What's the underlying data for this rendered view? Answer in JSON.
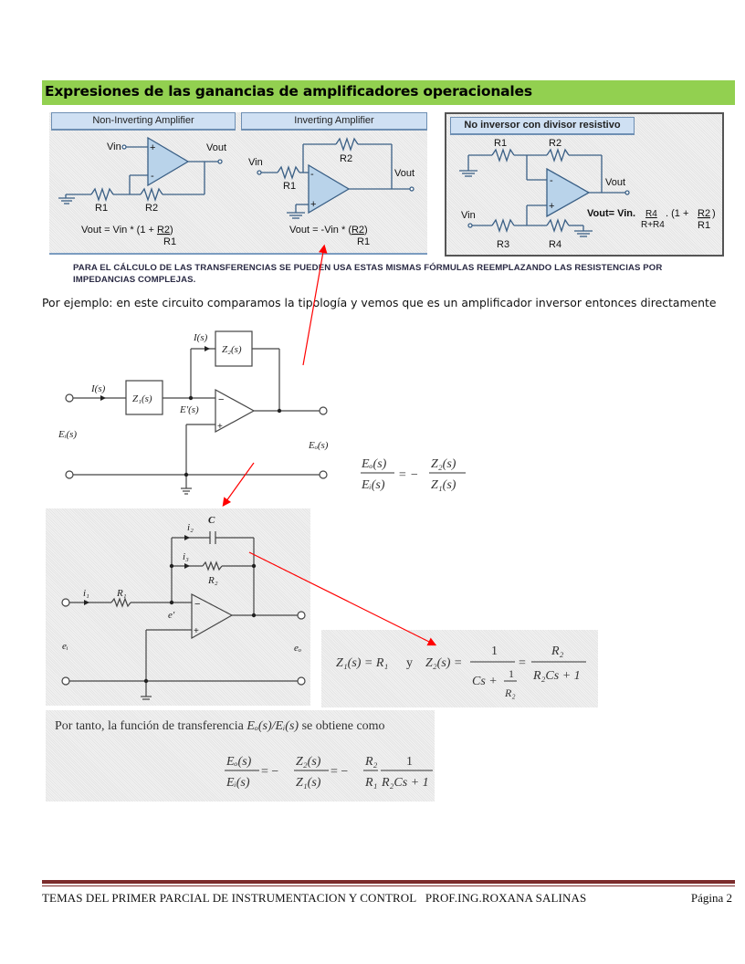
{
  "heading": "Expresiones de las ganancias de amplificadores operacionales",
  "colors": {
    "heading_bg": "#92d050",
    "arrow": "#ff0000",
    "footer_rule": "#7b2c2c",
    "panel_title_bg": "#cfe0f3"
  },
  "panels": {
    "non_inverting": {
      "title": "Non-Inverting Amplifier",
      "vin": "Vin",
      "vout": "Vout",
      "r1": "R1",
      "r2": "R2",
      "formula_main": "Vout = Vin * (1 + ",
      "formula_num": "R2",
      "formula_close": ")",
      "formula_den": "R1"
    },
    "inverting": {
      "title": "Inverting Amplifier",
      "vin": "Vin",
      "vout": "Vout",
      "r1": "R1",
      "r2": "R2",
      "formula_main": "Vout = -Vin * (",
      "formula_num": "R2",
      "formula_close": ")",
      "formula_den": "R1"
    },
    "divider": {
      "title": "No inversor con divisor resistivo",
      "vin": "Vin",
      "vout": "Vout",
      "r1": "R1",
      "r2": "R2",
      "r3": "R3",
      "r4": "R4",
      "formula_main": "Vout= Vin.",
      "frac1_num": "R4",
      "frac1_den": "R+R4",
      "formula_mid": ". (1 + ",
      "frac2_num": "R2",
      "frac2_den": "R1",
      "formula_close": ")"
    }
  },
  "note_line1": "PARA EL CÁLCULO DE LAS TRANSFERENCIAS SE PUEDEN USA ESTAS MISMAS FÓRMULAS REEMPLAZANDO LAS RESISTENCIAS POR",
  "note_line2": "IMPEDANCIAS COMPLEJAS.",
  "paragraph": "Por ejemplo: en este circuito comparamos la tipología y vemos que es un amplificador inversor entonces directamente",
  "generic_circuit": {
    "i_in": "I(s)",
    "i_fb": "I(s)",
    "z1": "Z₁(s)",
    "z2": "Z₂(s)",
    "e_node": "E'(s)",
    "ei": "Eᵢ(s)",
    "eo": "Eₒ(s)",
    "minus": "−",
    "plus": "+"
  },
  "generic_formula": {
    "lhs_num": "Eₒ(s)",
    "lhs_den": "Eᵢ(s)",
    "eq": "= −",
    "rhs_num": "Z₂(s)",
    "rhs_den": "Z₁(s)"
  },
  "rc_circuit": {
    "c": "C",
    "i2": "i₂",
    "i3": "i₃",
    "r2": "R₂",
    "i1": "i₁",
    "r1": "R₁",
    "e_node": "e'",
    "ei": "eᵢ",
    "eo": "eₒ",
    "minus": "−",
    "plus": "+"
  },
  "impedance_formula": {
    "z1": "Z₁(s) = R₁",
    "y": "y",
    "z2": "Z₂(s) =",
    "frac1_num": "1",
    "frac1_den_a": "Cs +",
    "frac1_den_num": "1",
    "frac1_den_den": "R₂",
    "eq2": "=",
    "frac2_num": "R₂",
    "frac2_den": "R₂Cs + 1"
  },
  "transfer": {
    "intro_a": "Por tanto, la función de transferencia ",
    "intro_expr": "Eₒ(s)/Eᵢ(s)",
    "intro_b": " se obtiene como",
    "f1_num": "Eₒ(s)",
    "f1_den": "Eᵢ(s)",
    "eq1": "= −",
    "f2_num": "Z₂(s)",
    "f2_den": "Z₁(s)",
    "eq2": "= −",
    "f3_num": "R₂",
    "f3_den": "R₁",
    "f4_num": "1",
    "f4_den": "R₂Cs + 1"
  },
  "footer": {
    "left": "TEMAS DEL PRIMER PARCIAL DE INSTRUMENTACION Y CONTROL   PROF.ING.ROXANA SALINAS",
    "right": "Página 2"
  }
}
